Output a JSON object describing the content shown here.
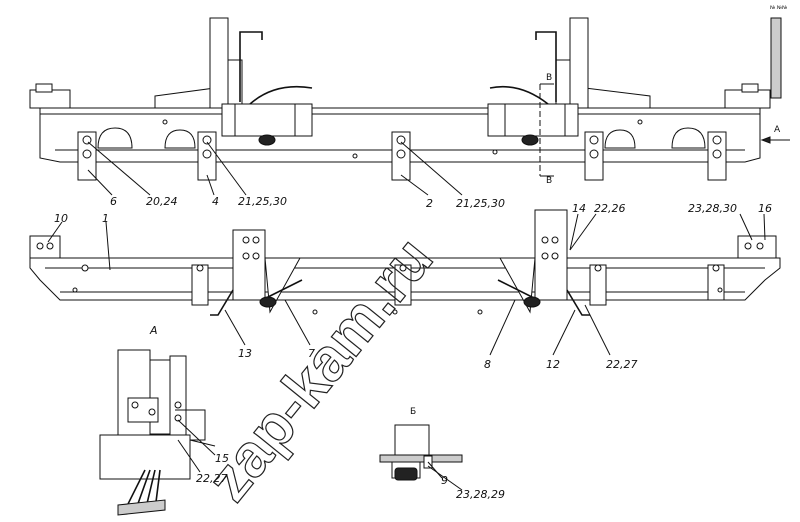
{
  "corner_mark": "№ №№",
  "watermark": "zap-kam.ru",
  "views": {
    "view_a": "А",
    "section_b": "Б",
    "cut_marker_top": "В",
    "cut_marker_bottom": "В",
    "arrow_a": "А"
  },
  "callouts": [
    {
      "id": "c1",
      "text": "1"
    },
    {
      "id": "c2",
      "text": "2"
    },
    {
      "id": "c4",
      "text": "4"
    },
    {
      "id": "c6",
      "text": "6"
    },
    {
      "id": "c7",
      "text": "7"
    },
    {
      "id": "c8",
      "text": "8"
    },
    {
      "id": "c9",
      "text": "9"
    },
    {
      "id": "c10",
      "text": "10"
    },
    {
      "id": "c12",
      "text": "12"
    },
    {
      "id": "c13",
      "text": "13"
    },
    {
      "id": "c14",
      "text": "14"
    },
    {
      "id": "c15",
      "text": "15"
    },
    {
      "id": "c16",
      "text": "16"
    },
    {
      "id": "c20_24",
      "text": "20,24"
    },
    {
      "id": "c21_25_30a",
      "text": "21,25,30"
    },
    {
      "id": "c21_25_30b",
      "text": "21,25,30"
    },
    {
      "id": "c22_26",
      "text": "22,26"
    },
    {
      "id": "c22_27a",
      "text": "22,27"
    },
    {
      "id": "c22_27b",
      "text": "22,27"
    },
    {
      "id": "c23_28_29",
      "text": "23,28,29"
    },
    {
      "id": "c23_28_30",
      "text": "23,28,30"
    }
  ]
}
